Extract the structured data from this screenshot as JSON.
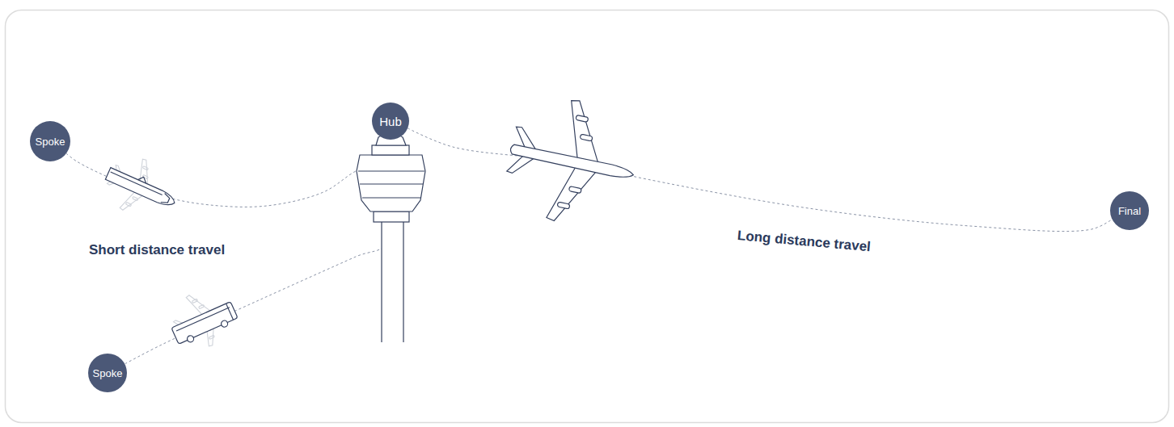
{
  "diagram": {
    "nodes": [
      {
        "text": [
          "Spoke"
        ]
      },
      {
        "text": [
          "Hub"
        ]
      },
      {
        "text": [
          "Final"
        ]
      },
      {
        "text": [
          "Spoke"
        ]
      }
    ],
    "edges": [
      {
        "from": 0,
        "to": 1,
        "arrow": "none"
      },
      {
        "from": 3,
        "to": 1,
        "arrow": "none"
      },
      {
        "from": 1,
        "to": 2,
        "arrow": "none"
      }
    ],
    "labels": [
      "Short distance travel",
      "Long distance travel"
    ]
  }
}
